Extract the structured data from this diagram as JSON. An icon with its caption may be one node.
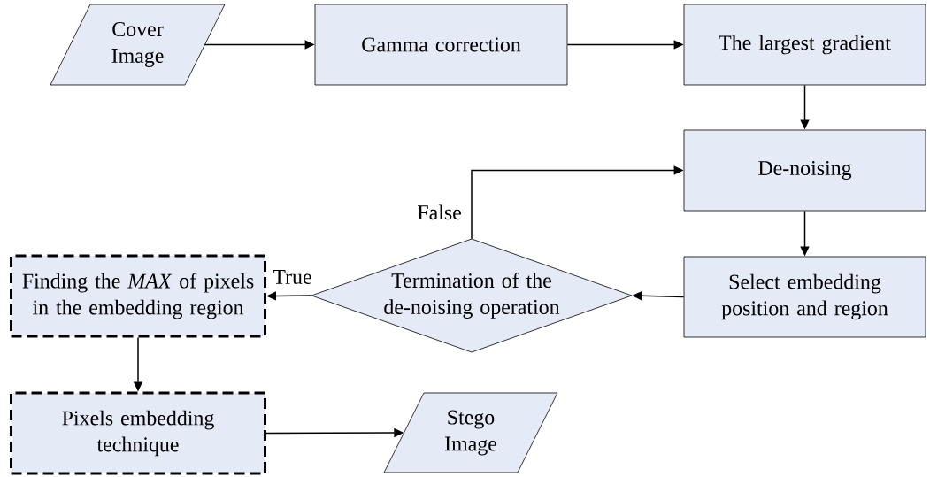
{
  "diagram": {
    "nodes": [
      {
        "text": [
          "Cover Image"
        ]
      },
      {
        "text": [
          "Gamma correction"
        ]
      },
      {
        "text": [
          "The largest gradient"
        ]
      },
      {
        "text": [
          "De-noising"
        ]
      },
      {
        "text": [
          "Select embedding position and region"
        ]
      },
      {
        "text": [
          "Termination of the de-noising operation"
        ]
      },
      {
        "text": [
          "Finding the *MAX* of pixels in the embedding region"
        ]
      },
      {
        "text": [
          "Pixels embedding technique"
        ]
      },
      {
        "text": [
          "Stego Image"
        ]
      }
    ],
    "edges": [
      {
        "from": 0,
        "to": 1,
        "arrow": "to"
      },
      {
        "from": 1,
        "to": 2,
        "arrow": "to"
      },
      {
        "from": 2,
        "to": 3,
        "arrow": "to"
      },
      {
        "from": 3,
        "to": 4,
        "arrow": "to"
      },
      {
        "from": 4,
        "to": 5,
        "arrow": "to"
      },
      {
        "from": 5,
        "to": 3,
        "arrow": "to",
        "label": "False"
      },
      {
        "from": 5,
        "to": 6,
        "arrow": "to",
        "label": "True"
      },
      {
        "from": 6,
        "to": 7,
        "arrow": "to"
      },
      {
        "from": 7,
        "to": 8,
        "arrow": "to"
      }
    ]
  }
}
